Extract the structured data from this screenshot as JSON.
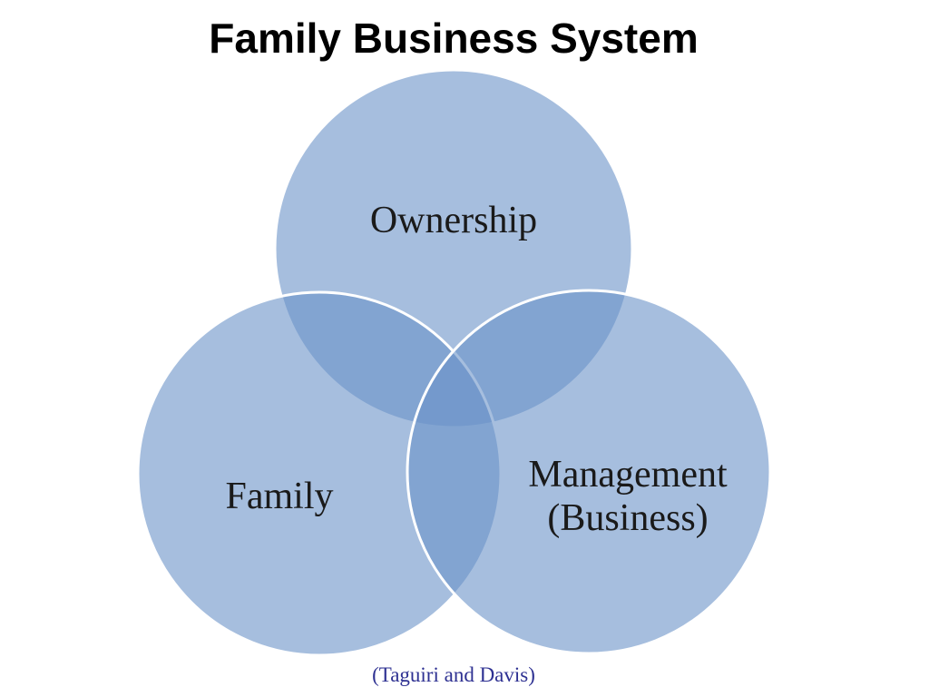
{
  "title": "Family Business System",
  "diagram": {
    "type": "venn",
    "fill_color": "#6B93C8",
    "stroke_color": "#FFFFFF",
    "text_color": "#1a1a1a",
    "caption_color": "#2E3192",
    "circles": [
      {
        "id": "ownership",
        "label": "Ownership"
      },
      {
        "id": "family",
        "label": "Family"
      },
      {
        "id": "management",
        "label_line1": "Management",
        "label_line2": "(Business)"
      }
    ],
    "caption": "(Taguiri and Davis)"
  }
}
